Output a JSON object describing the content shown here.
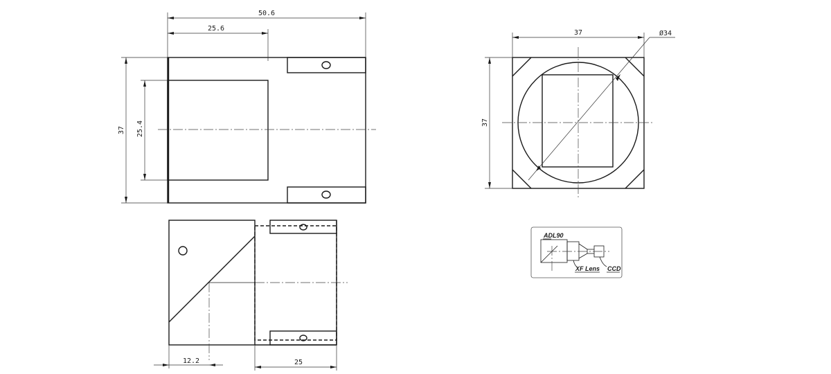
{
  "dimensions": {
    "front_total_length": "50.6",
    "front_tube_length": "25.6",
    "front_height": "37",
    "front_bore": "25.4",
    "end_width": "37",
    "end_height": "37",
    "end_circle_dia": "Ø34",
    "side_offset": "12.2",
    "side_tube_length": "25"
  },
  "legend": {
    "adapter_label": "ADL90",
    "lens_label": "XF Lens",
    "sensor_label": "CCD"
  }
}
